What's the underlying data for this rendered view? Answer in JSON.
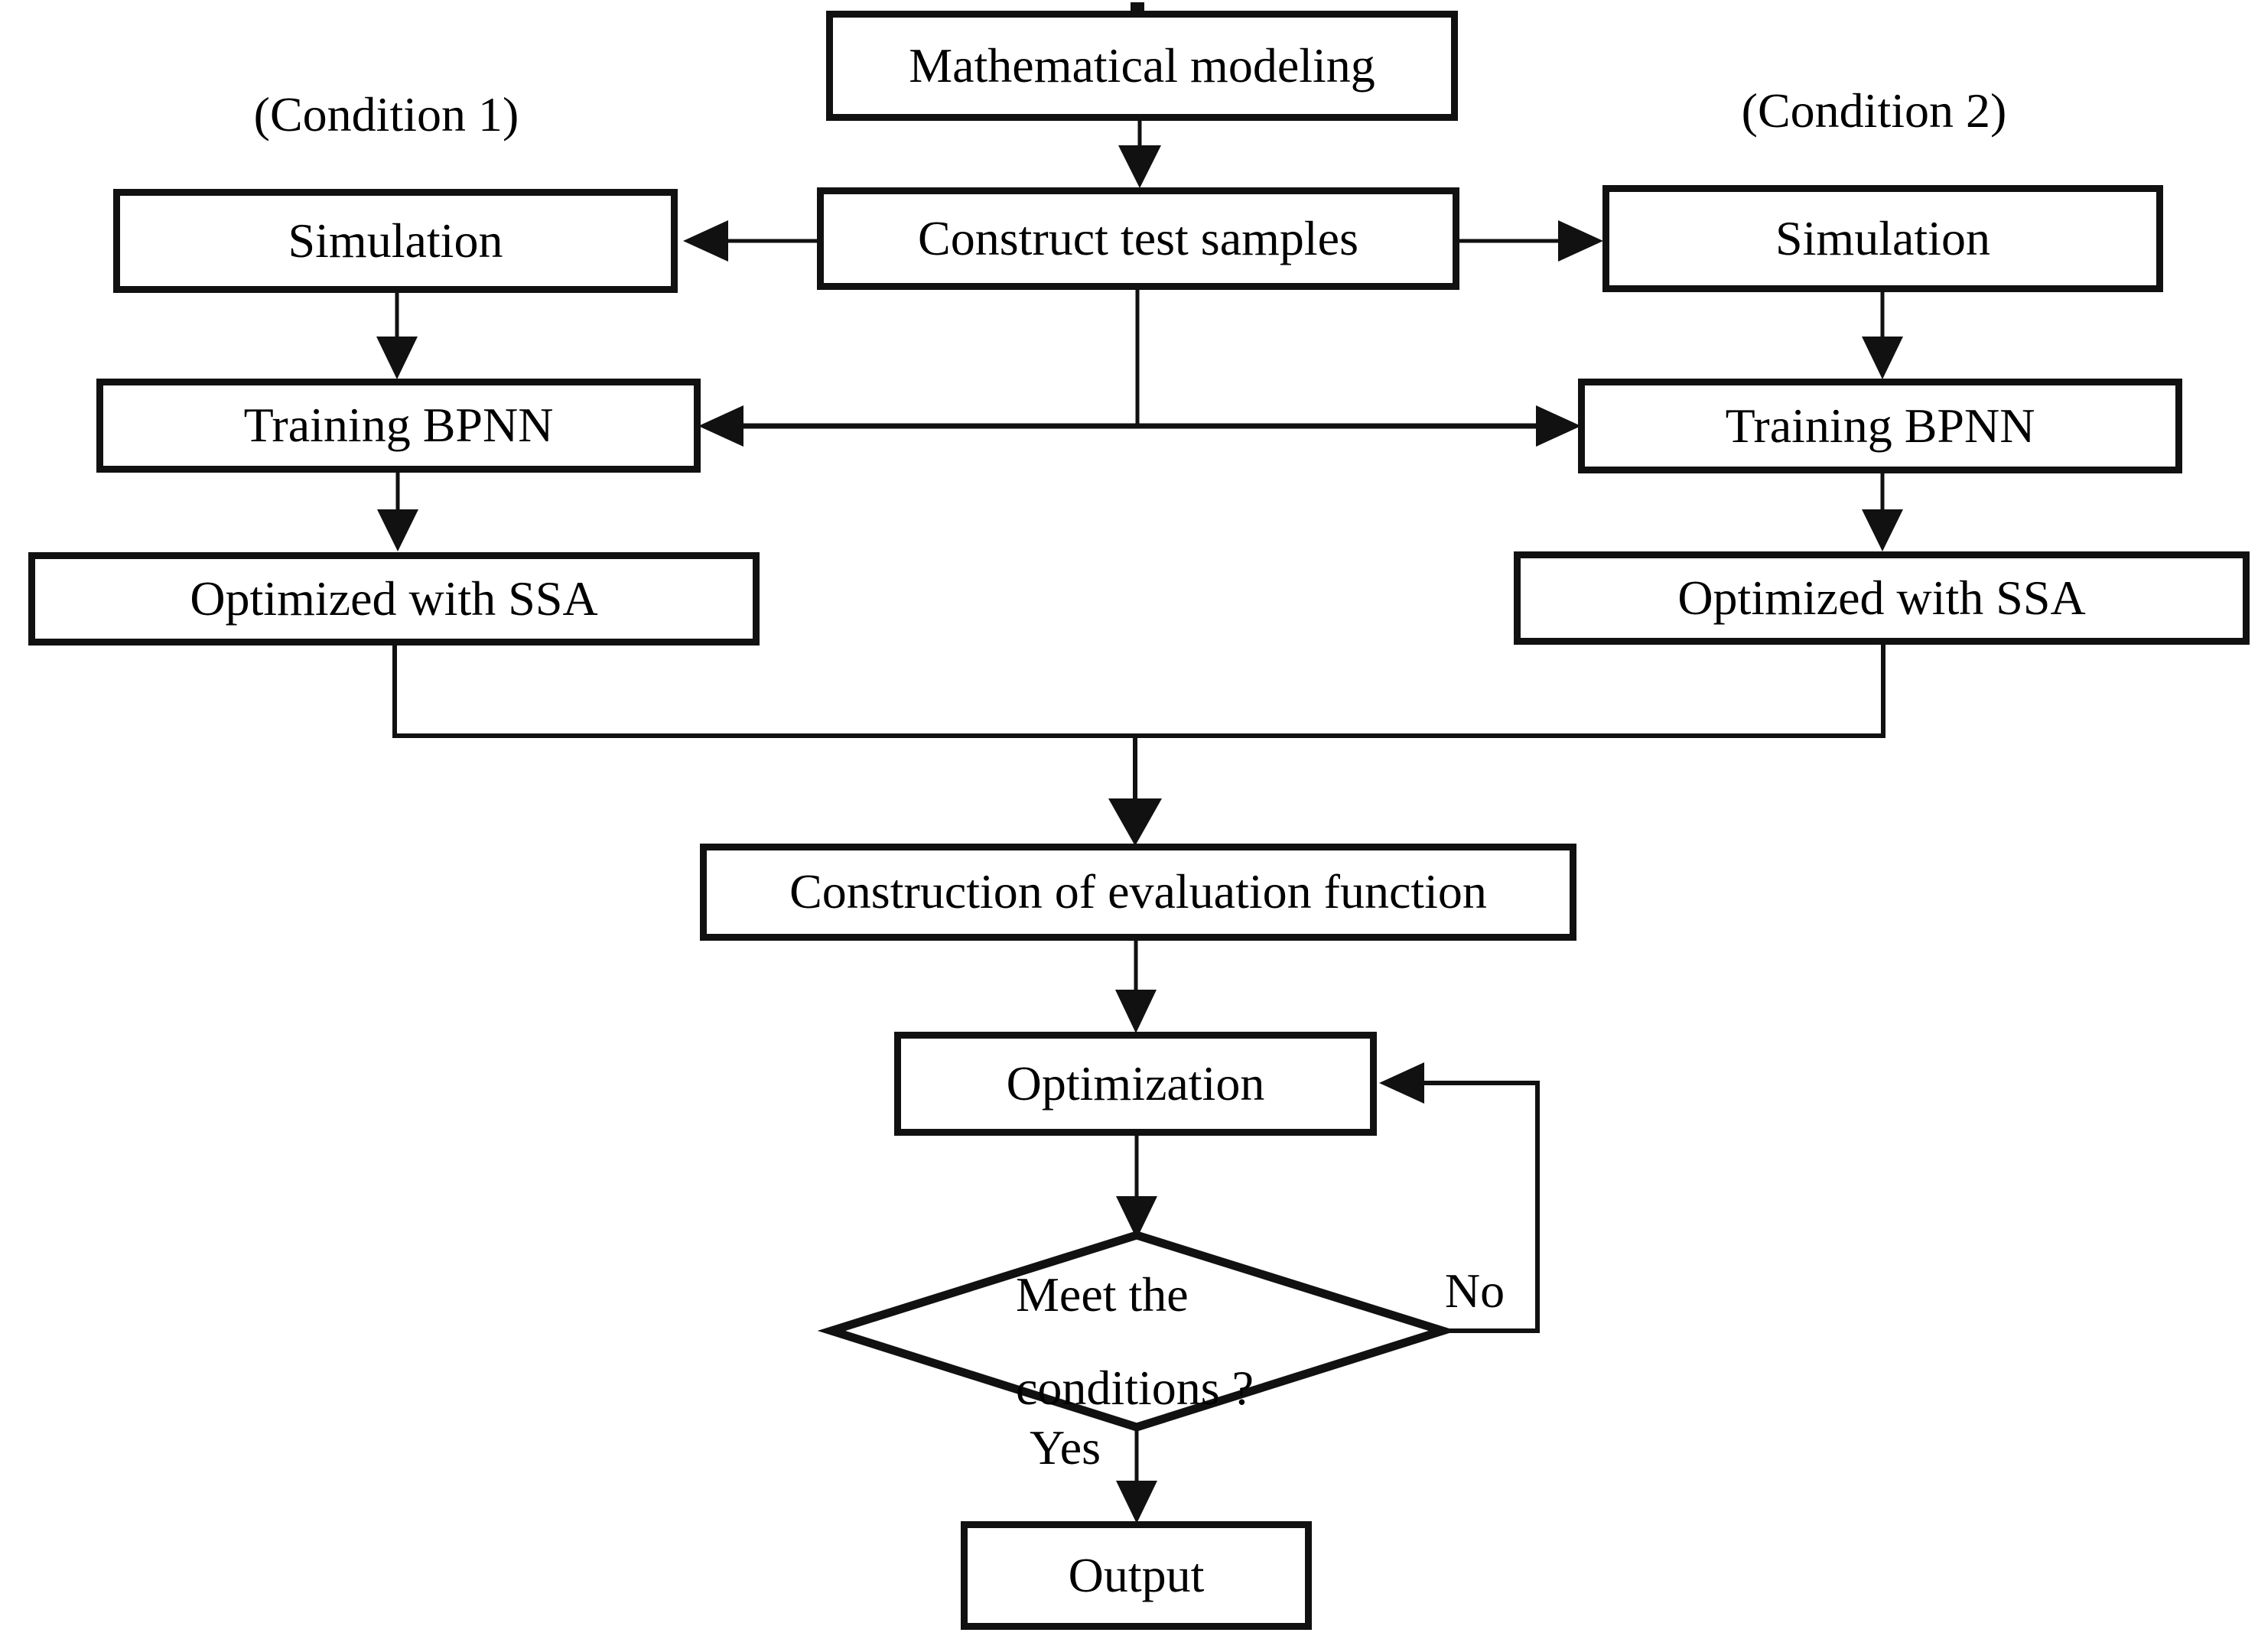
{
  "flowchart": {
    "top": {
      "mathematical_modeling": "Mathematical modeling",
      "construct_test_samples": "Construct test samples"
    },
    "left_branch": {
      "condition_label": "(Condition 1)",
      "simulation": "Simulation",
      "training_bpnn": "Training BPNN",
      "optimized_with_ssa": "Optimized with SSA"
    },
    "right_branch": {
      "condition_label": "(Condition 2)",
      "simulation": "Simulation",
      "training_bpnn": "Training BPNN",
      "optimized_with_ssa": "Optimized with SSA"
    },
    "merge": {
      "evaluation_function": "Construction of evaluation function",
      "optimization": "Optimization"
    },
    "decision": {
      "line1": "Meet the",
      "line2": "conditions ?",
      "no_label": "No",
      "yes_label": "Yes"
    },
    "output": "Output",
    "colors": {
      "stroke": "#111111",
      "background": "#ffffff",
      "text": "#000000"
    }
  }
}
